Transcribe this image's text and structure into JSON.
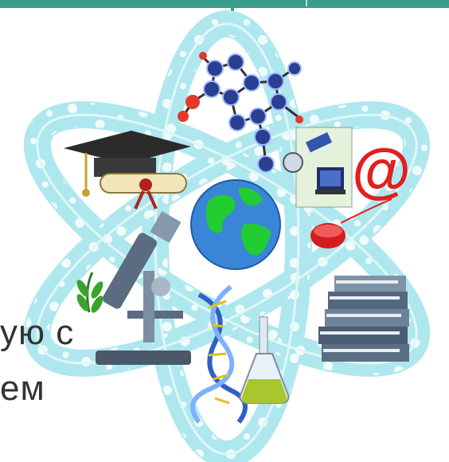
{
  "caption": {
    "line1": "ую с",
    "line2": "ем"
  },
  "email_symbol": "@",
  "icons": [
    "atom-illustration",
    "molecule-icon",
    "graduation-cap-icon",
    "diploma-scroll-icon",
    "globe-icon",
    "satellite-icon",
    "computer-icon",
    "email-icon",
    "mouse-icon",
    "microscope-icon",
    "plant-icon",
    "dna-helix-icon",
    "flask-icon",
    "books-icon"
  ],
  "colors": {
    "accent_bar": "#3a9c8b",
    "atom_ring": "#aee8ee",
    "globe_ocean": "#3a86d6",
    "globe_land": "#22cc33",
    "email_red": "#e21f1f",
    "molecule_node": "#2a3f8f"
  }
}
